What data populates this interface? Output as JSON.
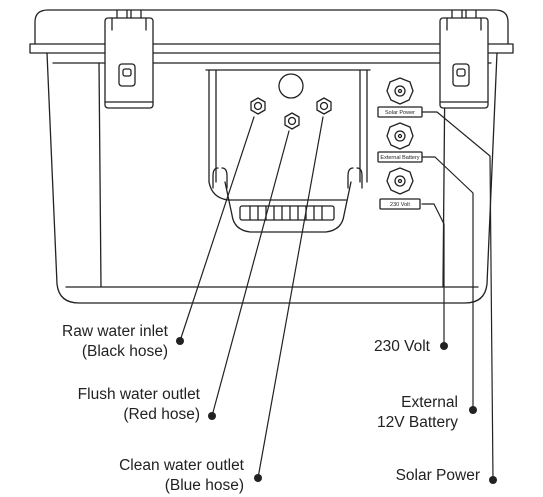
{
  "diagram": {
    "panel_labels": {
      "solar": "Solar Power",
      "battery": "External Battery",
      "volt": "230 Volt"
    },
    "callouts": {
      "raw_inlet": {
        "line1": "Raw water inlet",
        "line2": "(Black hose)"
      },
      "flush_outlet": {
        "line1": "Flush water outlet",
        "line2": "(Red hose)"
      },
      "clean_outlet": {
        "line1": "Clean water outlet",
        "line2": "(Blue hose)"
      },
      "volt": {
        "line1": "230 Volt"
      },
      "battery": {
        "line1": "External",
        "line2": "12V Battery"
      },
      "solar": {
        "line1": "Solar Power"
      }
    },
    "colors": {
      "line": "#222222",
      "background": "#ffffff"
    }
  }
}
